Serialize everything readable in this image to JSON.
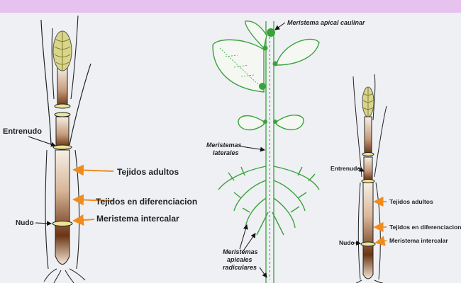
{
  "colors": {
    "band": "#e6c3ee",
    "background": "#eef0f4",
    "meristem": "#3aa23a",
    "arrow": "#f08c1e",
    "node": "#e9e59a",
    "stem_dark": "#6b3414",
    "spike": "#d9d58a"
  },
  "left_plant": {
    "entrenudo": "Entrenudo",
    "tejidos_adultos": "Tejidos adultos",
    "tejidos_diferenciacion": "Tejidos en diferenciacion",
    "nudo": "Nudo",
    "meristema_intercalar": "Meristema intercalar"
  },
  "center_plant": {
    "apical_caulinar": "Meristema apical caulinar",
    "laterales_line1": "Meristemas",
    "laterales_line2": "laterales",
    "radiculares_line1": "Meristemas",
    "radiculares_line2": "apicales",
    "radiculares_line3": "radiculares"
  },
  "right_plant": {
    "entrenudo": "Entrenudo",
    "tejidos_adultos": "Tejidos adultos",
    "tejidos_diferenciacion": "Tejidos en diferenciacion",
    "nudo": "Nudo",
    "meristema_intercalar": "Meristema intercalar"
  }
}
